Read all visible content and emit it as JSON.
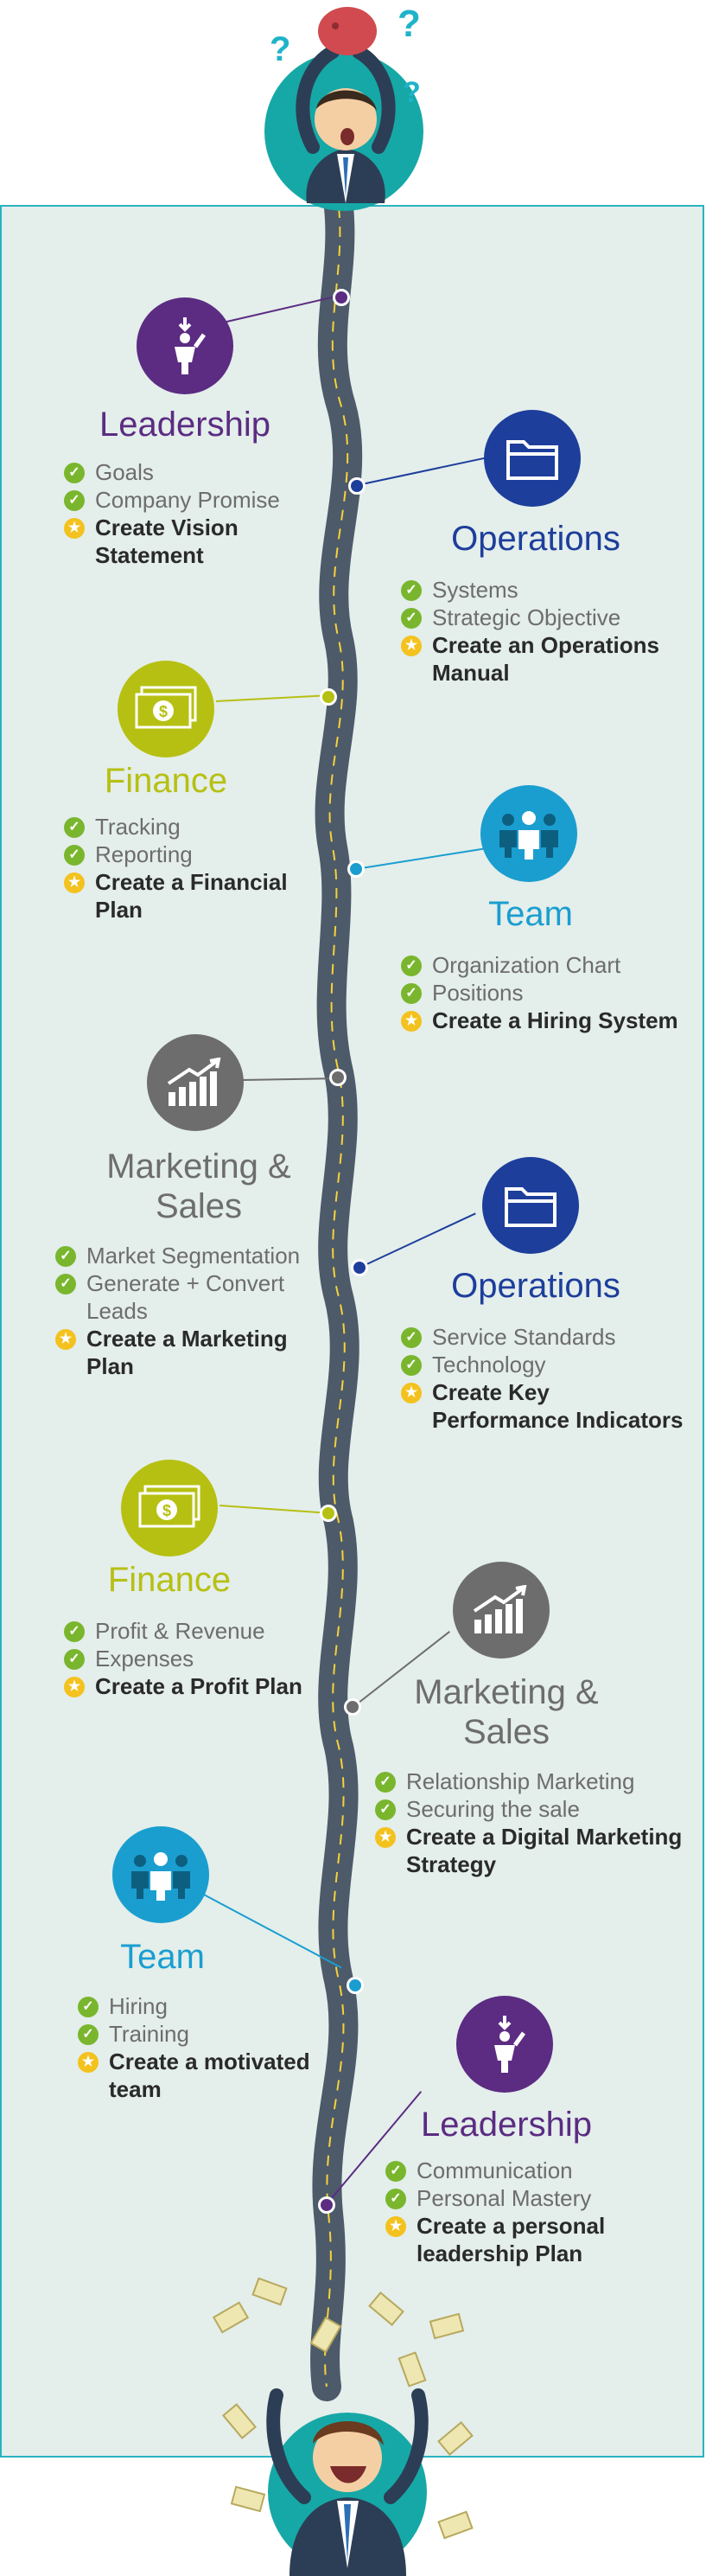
{
  "colors": {
    "leadership": "#5b2c82",
    "operations": "#1d3e9b",
    "finance": "#b6c012",
    "team": "#1a9ed0",
    "marketing": "#6d6d6d",
    "frame_border": "#2ab3bf",
    "background": "#e4eeeb",
    "road": "#4d5a69",
    "road_line": "#f5d23a",
    "check": "#79b62d",
    "star": "#f4c21e"
  },
  "sections": [
    {
      "key": "leadership-1",
      "title": "Leadership",
      "icon": "person-arrow-icon",
      "color": "leadership",
      "items": [
        "Goals",
        "Company Promise"
      ],
      "goal": "Create Vision Statement"
    },
    {
      "key": "operations-1",
      "title": "Operations",
      "icon": "folder-icon",
      "color": "operations",
      "items": [
        "Systems",
        "Strategic Objective"
      ],
      "goal": "Create an Operations Manual"
    },
    {
      "key": "finance-1",
      "title": "Finance",
      "icon": "dollar-bills-icon",
      "color": "finance",
      "items": [
        "Tracking",
        "Reporting"
      ],
      "goal": "Create a Financial Plan"
    },
    {
      "key": "team-1",
      "title": "Team",
      "icon": "team-icon",
      "color": "team",
      "items": [
        "Organization Chart",
        "Positions"
      ],
      "goal": "Create a Hiring System"
    },
    {
      "key": "marketing-1",
      "title": "Marketing & Sales",
      "icon": "growth-chart-icon",
      "color": "marketing",
      "items": [
        "Market Segmentation",
        "Generate + Convert Leads"
      ],
      "goal": "Create a Marketing Plan"
    },
    {
      "key": "operations-2",
      "title": "Operations",
      "icon": "folder-icon",
      "color": "operations",
      "items": [
        "Service Standards",
        "Technology"
      ],
      "goal": "Create Key Performance Indicators"
    },
    {
      "key": "finance-2",
      "title": "Finance",
      "icon": "dollar-bills-icon",
      "color": "finance",
      "items": [
        "Profit & Revenue",
        "Expenses"
      ],
      "goal": "Create a Profit Plan"
    },
    {
      "key": "marketing-2",
      "title": "Marketing & Sales",
      "icon": "growth-chart-icon",
      "color": "marketing",
      "items": [
        "Relationship Marketing",
        "Securing the sale"
      ],
      "goal": "Create a Digital Marketing Strategy"
    },
    {
      "key": "team-2",
      "title": "Team",
      "icon": "team-icon",
      "color": "team",
      "items": [
        "Hiring",
        "Training"
      ],
      "goal": "Create a motivated team"
    },
    {
      "key": "leadership-2",
      "title": "Leadership",
      "icon": "person-arrow-icon",
      "color": "leadership",
      "items": [
        "Communication",
        "Personal Mastery"
      ],
      "goal": "Create a personal leadership Plan"
    }
  ],
  "illustrations": {
    "top": "confused-businessman-piggy-bank",
    "bottom": "happy-businessman-money-rain"
  }
}
